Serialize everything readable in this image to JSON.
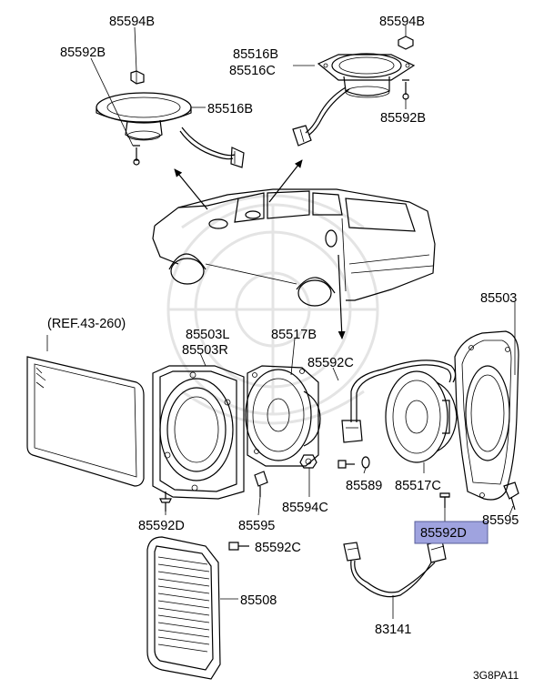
{
  "diagram": {
    "highlight_color": "#9fa3df",
    "labels": {
      "p85594B_left": "85594B",
      "p85592B_left": "85592B",
      "p85516B_left": "85516B",
      "p85594B_right": "85594B",
      "p85516B_right": "85516B",
      "p85516C_right": "85516C",
      "p85592B_right": "85592B",
      "ref": "(REF.43-260)",
      "p85503L": "85503L",
      "p85503R": "85503R",
      "p85517B": "85517B",
      "p85592C_mid": "85592C",
      "p85503": "85503",
      "p85589": "85589",
      "p85517C": "85517C",
      "p85592D_left": "85592D",
      "p85595_left": "85595",
      "p85594C": "85594C",
      "p85592D_highlight": "85592D",
      "p85595_right": "85595",
      "p85592C_low": "85592C",
      "p85508": "85508",
      "p83141": "83141",
      "code": "3G8PA11"
    }
  }
}
